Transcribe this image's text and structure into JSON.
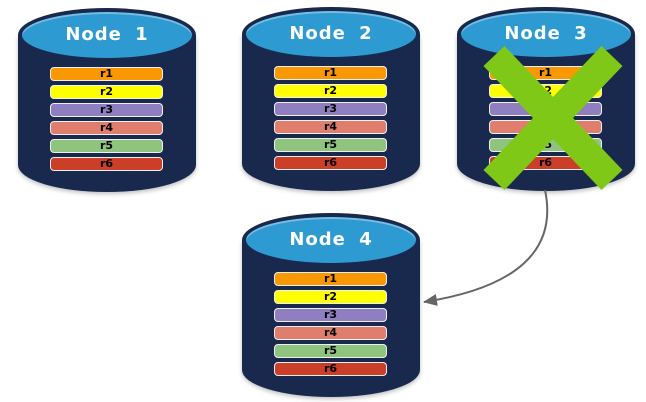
{
  "nodes": [
    {
      "label": "Node 1",
      "status": "active",
      "replicas": [
        "r1",
        "r2",
        "r3",
        "r4",
        "r5",
        "r6"
      ]
    },
    {
      "label": "Node 2",
      "status": "active",
      "replicas": [
        "r1",
        "r2",
        "r3",
        "r4",
        "r5",
        "r6"
      ]
    },
    {
      "label": "Node 3",
      "status": "failed",
      "replicas": [
        "r1",
        "r2",
        "r3",
        "r4",
        "r5",
        "r6"
      ]
    },
    {
      "label": "Node 4",
      "status": "active",
      "replicas": [
        "r1",
        "r2",
        "r3",
        "r4",
        "r5",
        "r6"
      ]
    }
  ],
  "replica_colors": {
    "r1": "#F99800",
    "r2": "#FFFF00",
    "r3": "#8F7EC0",
    "r4": "#DF7E6C",
    "r5": "#8FC47F",
    "r6": "#CB3E27"
  },
  "colors": {
    "cylinder_body": "#18294D",
    "cylinder_top": "#2E9AD2",
    "node_label": "#FFFFFF",
    "replica_label": "#000000",
    "failure_x": "#80C818",
    "arrow": "#666666"
  },
  "icons": {
    "failure_x": "x-cross-icon",
    "arrow": "curved-arrow-icon"
  }
}
